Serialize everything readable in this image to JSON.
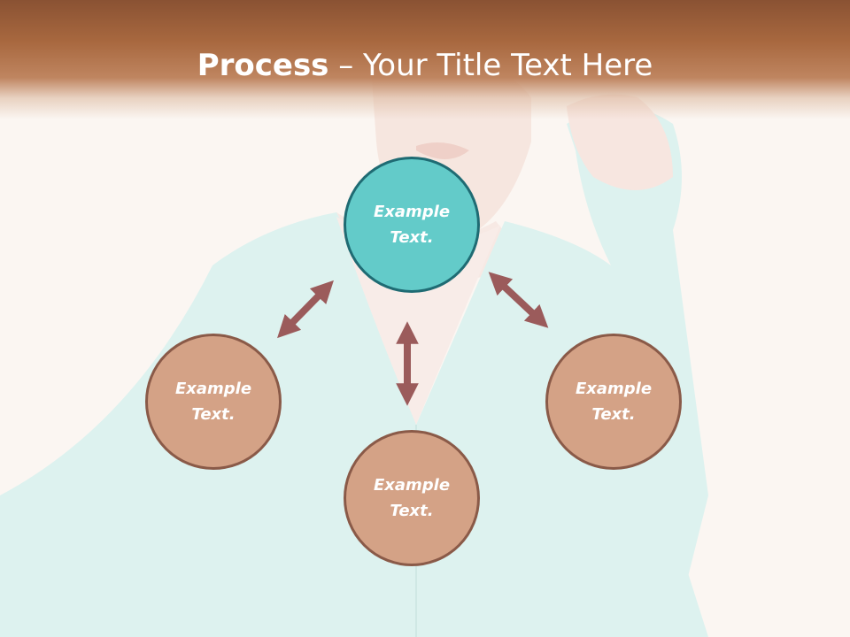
{
  "slide": {
    "title_bold": "Process",
    "title_rest": " – Your Title Text Here"
  },
  "nodes": {
    "top": "Example Text.",
    "left": "Example Text.",
    "right": "Example Text.",
    "bottom": "Example Text."
  },
  "colors": {
    "header": "#a8683f",
    "node_teal": "#63cbc9",
    "node_tan": "#d4a286",
    "arrow": "#9b5b5b"
  }
}
